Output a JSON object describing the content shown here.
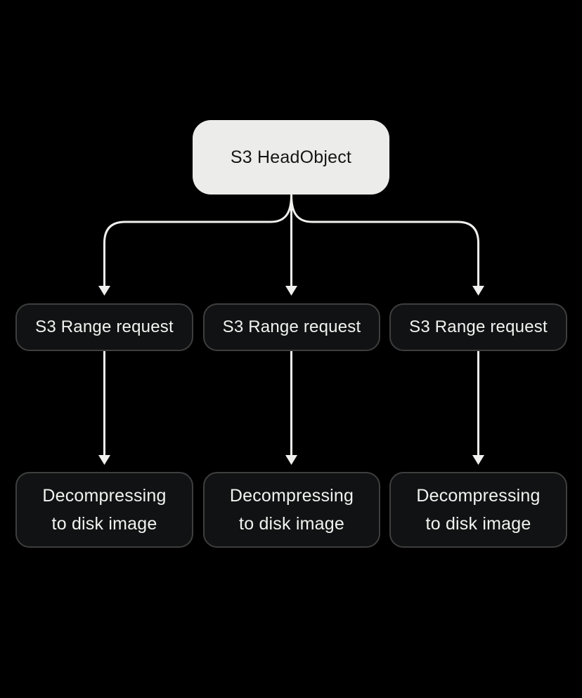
{
  "colors": {
    "background": "#000000",
    "node_light_bg": "#ececeb",
    "node_light_text": "#161616",
    "node_dark_bg": "#111213",
    "node_dark_border": "#3e3e3e",
    "node_dark_text": "#f2f2f0",
    "arrow": "#f0f0ee"
  },
  "diagram": {
    "root": {
      "label": "S3 HeadObject"
    },
    "level2": [
      {
        "label": "S3 Range request"
      },
      {
        "label": "S3 Range request"
      },
      {
        "label": "S3 Range request"
      }
    ],
    "level3": [
      {
        "label": "Decompressing to disk image",
        "lines": [
          "Decompressing",
          "to disk image"
        ]
      },
      {
        "label": "Decompressing to disk image",
        "lines": [
          "Decompressing",
          "to disk image"
        ]
      },
      {
        "label": "Decompressing to disk image",
        "lines": [
          "Decompressing",
          "to disk image"
        ]
      }
    ]
  }
}
